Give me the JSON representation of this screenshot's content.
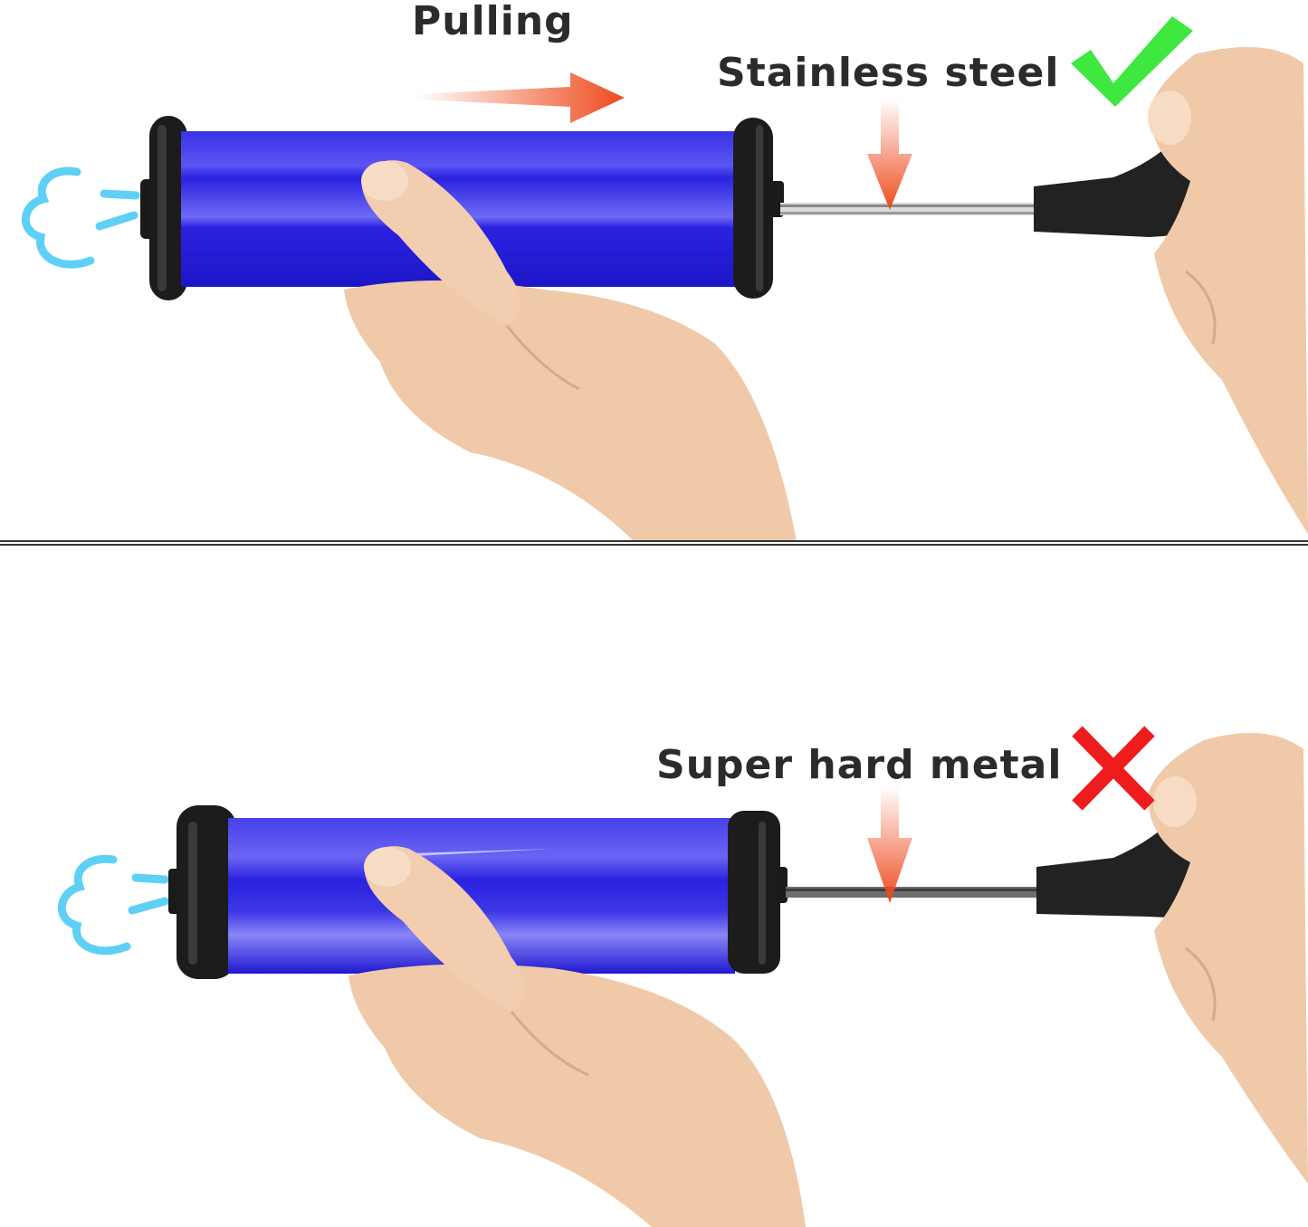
{
  "top_panel": {
    "action_label": "Pulling",
    "material_label": "Stainless steel",
    "verdict_icon": "check-icon",
    "verdict_color": "#3ee83e"
  },
  "bottom_panel": {
    "material_label": "Super hard metal",
    "verdict_icon": "cross-icon",
    "verdict_color": "#ee1c1c"
  },
  "colors": {
    "barrel": "#2a22e0",
    "barrel_light": "#4a45f0",
    "arrow": "#ee4a1c",
    "air": "#5fd0f5",
    "skin": "#f0c9a8",
    "handle": "#1e1e1e"
  }
}
